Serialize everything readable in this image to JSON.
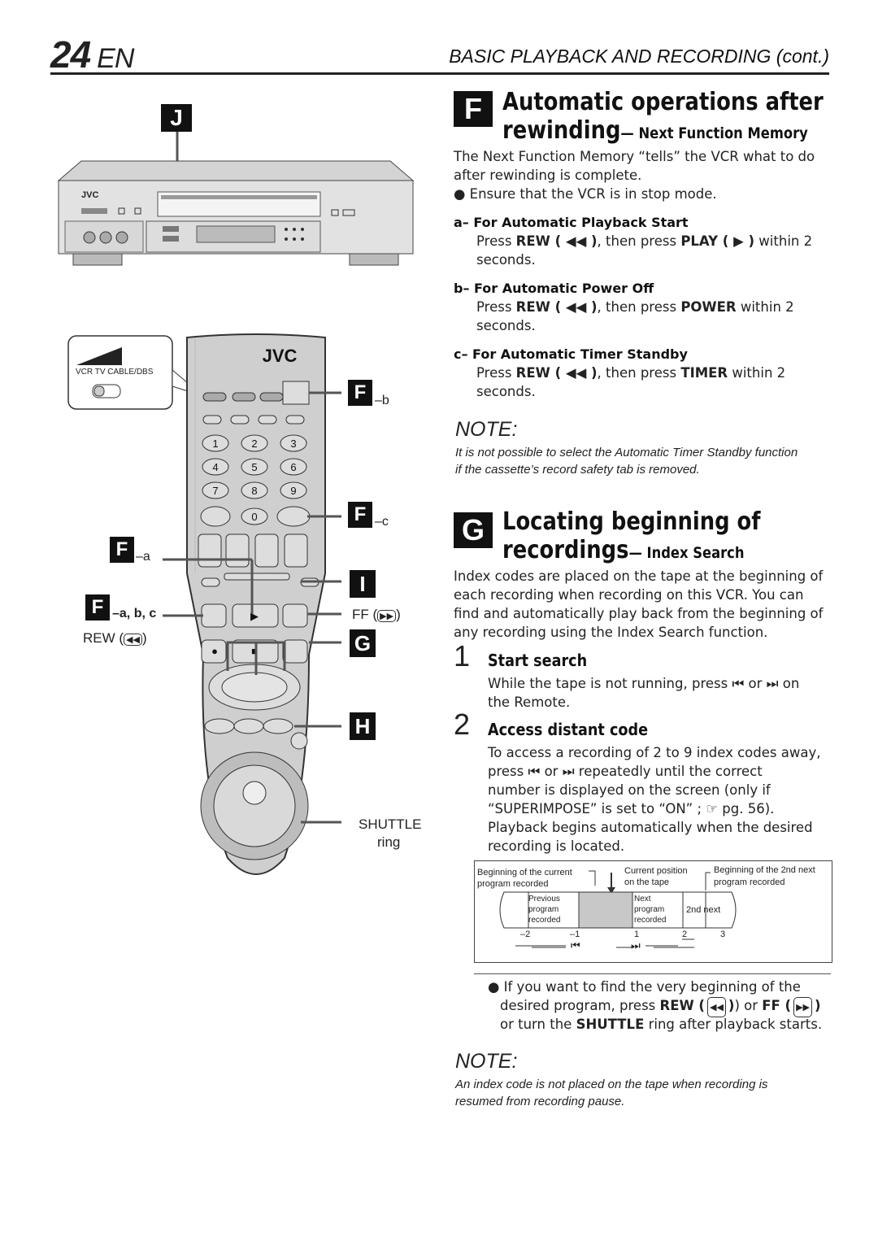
{
  "page": {
    "number": "24",
    "lang": "EN",
    "header": "BASIC PLAYBACK AND RECORDING (cont.)"
  },
  "figures": {
    "vcr_label": "J",
    "vcr_brand": "JVC",
    "remote_brand": "JVC",
    "switch_label": "VCR  TV CABLE/DBS",
    "callout_fb_letter": "F",
    "callout_fb_suffix": "–b",
    "callout_fc_letter": "F",
    "callout_fc_suffix": "–c",
    "callout_fa_letter": "F",
    "callout_fa_suffix": "–a",
    "callout_fabc_letter": "F",
    "callout_fabc_suffix": "–a, b, c",
    "rew_label": "REW (",
    "rew_close": ")",
    "ff_label": "FF (",
    "ff_close": ")",
    "callout_i": "I",
    "callout_g": "G",
    "callout_h": "H",
    "shuttle_label": "SHUTTLE",
    "shuttle_sub": "ring",
    "keypad": [
      "1",
      "2",
      "3",
      "4",
      "5",
      "6",
      "7",
      "8",
      "9",
      "0"
    ]
  },
  "section_f": {
    "letter": "F",
    "title_line1": "Automatic operations after",
    "title_line2": "rewinding",
    "title_sub": "— Next Function Memory",
    "intro1": "The Next Function Memory “tells” the VCR what to do",
    "intro2": "after rewinding is complete.",
    "bullet": "● Ensure that the VCR is in stop mode.",
    "items": [
      {
        "label": "a–  For Automatic Playback Start",
        "pre": "Press ",
        "rew": "REW ( ◀◀ )",
        "mid": ", then press ",
        "key": "PLAY ( ▶ )",
        "post": " within 2",
        "line2": "seconds."
      },
      {
        "label": "b–  For Automatic Power Off",
        "pre": "Press ",
        "rew": "REW ( ◀◀ )",
        "mid": ", then press ",
        "key": "POWER",
        "post": " within 2",
        "line2": "seconds."
      },
      {
        "label": "c–  For Automatic Timer Standby",
        "pre": "Press ",
        "rew": "REW ( ◀◀ )",
        "mid": ", then press ",
        "key": "TIMER",
        "post": " within 2",
        "line2": "seconds."
      }
    ],
    "note_heading": "NOTE:",
    "note_line1": "It is not possible to select the Automatic Timer Standby function",
    "note_line2": "if the cassette’s record safety tab is removed."
  },
  "section_g": {
    "letter": "G",
    "title_line1": "Locating beginning of",
    "title_line2": "recordings",
    "title_sub": "— Index Search",
    "intro": [
      "Index codes are placed on the tape at the beginning of",
      "each recording when recording on this VCR. You can",
      "find and automatically play back from the beginning of",
      "any recording using the Index Search function."
    ],
    "step1_num": "1",
    "step1_title": "Start search",
    "step1_text1": "While the tape is not running, press ⏮ or ⏭  on",
    "step1_text2": "the Remote.",
    "step2_num": "2",
    "step2_title": "Access distant code",
    "step2_text": [
      "To access a recording of 2 to 9 index codes away,",
      "press ⏮ or ⏭ repeatedly until the correct",
      "number is displayed on the screen (only if",
      "“SUPERIMPOSE” is set to “ON” ; ☞ pg. 56).",
      "Playback begins automatically when the desired",
      "recording is located."
    ],
    "diagram": {
      "label_current1": "Beginning of the current",
      "label_current2": "program recorded",
      "label_pos1": "Current position",
      "label_pos2": "on the tape",
      "label_next1": "Beginning of the 2nd next",
      "label_next2": "program recorded",
      "seg_prev": [
        "Previous",
        "program",
        "recorded"
      ],
      "seg_next": [
        "Next",
        "program",
        "recorded"
      ],
      "seg_2nd": "2nd next",
      "nums": [
        "–2",
        "–1",
        "1",
        "2",
        "3"
      ],
      "btn_prev": "⏮",
      "btn_next": "⏭"
    },
    "tip1": "● If you want to find the very beginning of the",
    "tip2_pre": "desired program, press ",
    "tip2_rew": "REW (",
    "tip2_mid": ") or ",
    "tip2_ff": "FF (",
    "tip2_post": ")",
    "tip3_pre": "or turn the ",
    "tip3_key": "SHUTTLE",
    "tip3_post": " ring after playback starts.",
    "note_heading": "NOTE:",
    "note_line1": "An index code is not placed on the tape when recording is",
    "note_line2": "resumed from recording pause."
  }
}
